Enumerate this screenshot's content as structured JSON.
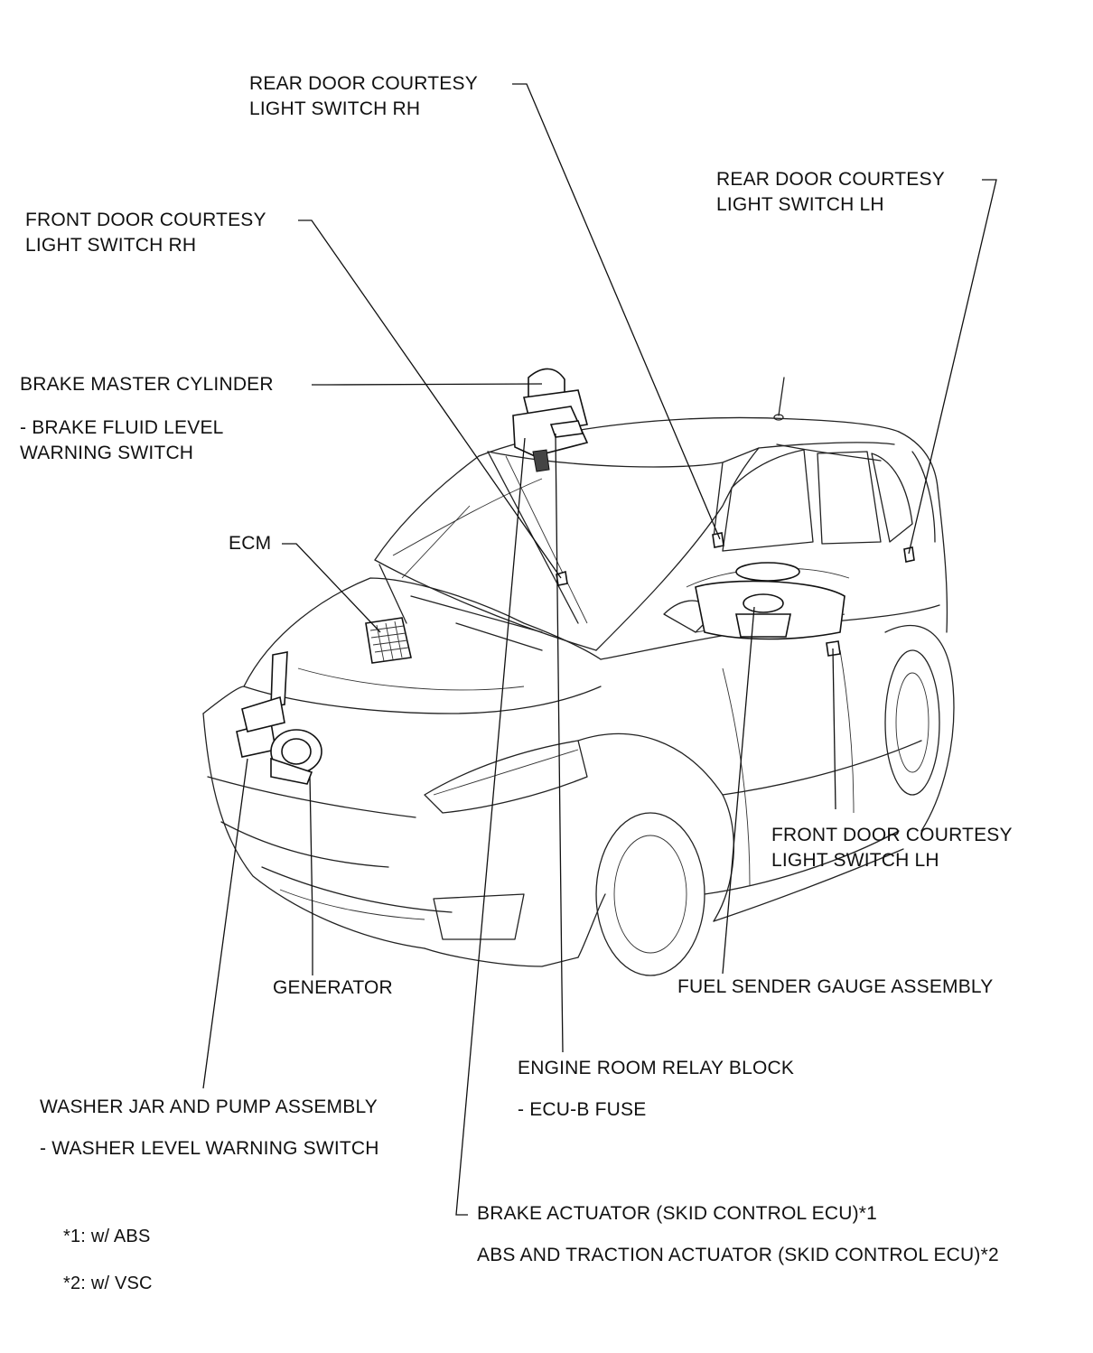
{
  "labels": {
    "rear_door_rh": [
      "REAR DOOR COURTESY",
      "LIGHT SWITCH RH"
    ],
    "rear_door_lh": [
      "REAR DOOR COURTESY",
      "LIGHT SWITCH LH"
    ],
    "front_door_rh": [
      "FRONT DOOR COURTESY",
      "LIGHT SWITCH RH"
    ],
    "brake_master": "BRAKE MASTER CYLINDER",
    "brake_fluid": [
      "- BRAKE FLUID LEVEL",
      "WARNING SWITCH"
    ],
    "ecm": "ECM",
    "front_door_lh": [
      "FRONT DOOR COURTESY",
      "LIGHT SWITCH LH"
    ],
    "generator": "GENERATOR",
    "fuel_sender": "FUEL SENDER GAUGE ASSEMBLY",
    "engine_relay": "ENGINE ROOM RELAY BLOCK",
    "ecu_b_fuse": "- ECU-B FUSE",
    "washer_jar": "WASHER JAR AND PUMP ASSEMBLY",
    "washer_level": "- WASHER LEVEL WARNING SWITCH",
    "brake_actuator": "BRAKE ACTUATOR (SKID CONTROL ECU)*1",
    "abs_traction": "ABS AND TRACTION ACTUATOR (SKID CONTROL ECU)*2"
  },
  "footnotes": {
    "note1": "*1: w/ ABS",
    "note2": "*2: w/ VSC"
  }
}
